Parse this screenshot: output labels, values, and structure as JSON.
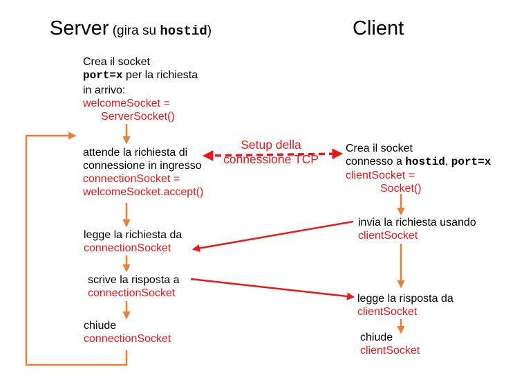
{
  "colors": {
    "flow": "#ed7d31",
    "socket": "#e8171c",
    "text": "#000000"
  },
  "headers": {
    "server": "Server",
    "server_note_open": "(gira su ",
    "server_note_host": "hostid",
    "server_note_close": ")",
    "client": "Client"
  },
  "server": {
    "step1": {
      "line1": "Crea il socket",
      "line2_code": "port=x",
      "line2_rest": " per la richiesta",
      "line3": "in arrivo:",
      "line4": "welcomeSocket =",
      "line5": "ServerSocket()"
    },
    "step2": {
      "line1": "attende la richiesta di",
      "line2": "connessione in ingresso",
      "line3": "connectionSocket =",
      "line4": "welcomeSocket.accept()"
    },
    "step3": {
      "line1": "legge la richiesta da",
      "line2": "connectionSocket"
    },
    "step4": {
      "line1": "scrive la risposta a",
      "line2": "connectionSocket"
    },
    "step5": {
      "line1": "chiude",
      "line2": "connectionSocket"
    }
  },
  "connection": {
    "line1": "Setup della",
    "line2": "connessione TCP"
  },
  "client": {
    "step1": {
      "line1": "Crea il socket",
      "line2_pre": "connesso a ",
      "line2_host": "hostid",
      "line2_mid": ", ",
      "line2_port": "port=x",
      "line3": "clientSocket =",
      "line4": "Socket()"
    },
    "step2": {
      "line1": "invia la richiesta usando",
      "line2": "clientSocket"
    },
    "step3": {
      "line1": "legge la risposta da",
      "line2": "clientSocket"
    },
    "step4": {
      "line1": "chiude",
      "line2": "clientSocket"
    }
  }
}
